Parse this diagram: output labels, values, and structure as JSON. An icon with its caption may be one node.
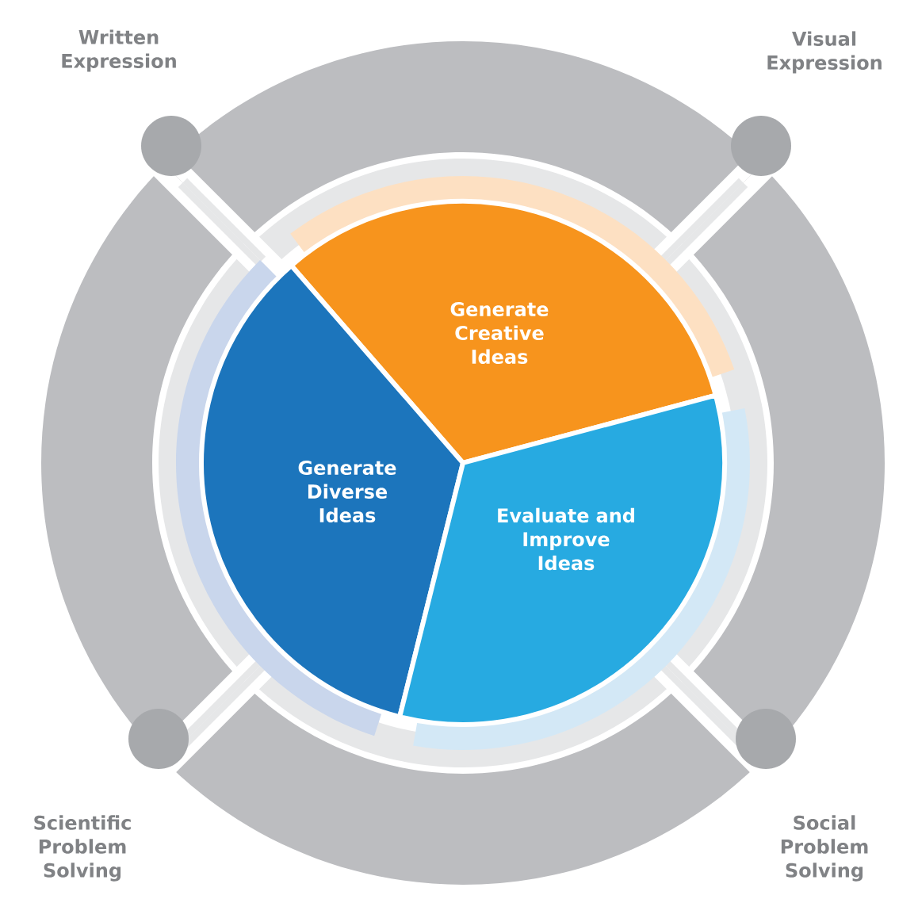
{
  "diagram": {
    "nodes": [
      {
        "text": [
          "Generate Creative Ideas"
        ]
      },
      {
        "text": [
          "Generate Diverse Ideas"
        ]
      },
      {
        "text": [
          "Evaluate and Improve Ideas"
        ]
      },
      {
        "text": [
          "Written Expression"
        ]
      },
      {
        "text": [
          "Visual Expression"
        ]
      },
      {
        "text": [
          "Scientific Problem Solving"
        ]
      },
      {
        "text": [
          "Social Problem Solving"
        ]
      }
    ]
  }
}
